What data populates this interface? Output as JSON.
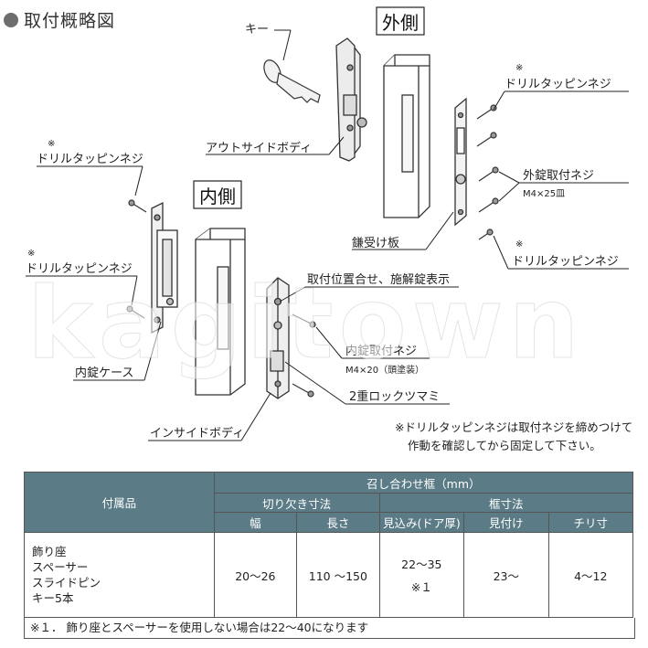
{
  "heading": "取付概略図",
  "labels": {
    "outer_side": "外側",
    "inner_side": "内側",
    "key": "キー",
    "drill_screw_note_mark": "※",
    "drill_screw": "ドリルタッピンネジ",
    "outside_body": "アウトサイドボディ",
    "outer_lock_screw": "外錠取付ネジ",
    "outer_lock_screw_spec": "M4×25皿",
    "strike_plate": "鎌受け板",
    "position_indicator": "取付位置合せ、施解錠表示",
    "inner_lock_screw": "内錠取付ネジ",
    "inner_lock_screw_spec": "M4×20（頭塗装）",
    "double_lock_knob": "2重ロックツマミ",
    "inner_lock_case": "内錠ケース",
    "inside_body": "インサイドボディ"
  },
  "notes": [
    "※ドリルタッピンネジは取付ネジを締めつけて",
    "作動を確認してから固定して下さい。"
  ],
  "watermark": "kagitown",
  "table": {
    "accessories_header": "付属品",
    "frame_header": "召し合わせ框（mm）",
    "cutout_header": "切り欠き寸法",
    "frame_dim_header": "框寸法",
    "columns": [
      "幅",
      "長さ",
      "見込み(ドア厚)",
      "見付け",
      "チリ寸"
    ],
    "accessories": [
      "飾り座",
      "スペーサー",
      "スライドピン",
      "キー5本"
    ],
    "values": [
      "20～26",
      "110 ～150",
      "22～35",
      "23～",
      "4～12"
    ],
    "depth_note": "※１",
    "footnote": "※１． 飾り座とスペーサーを使用しない場合は22～40になります"
  }
}
